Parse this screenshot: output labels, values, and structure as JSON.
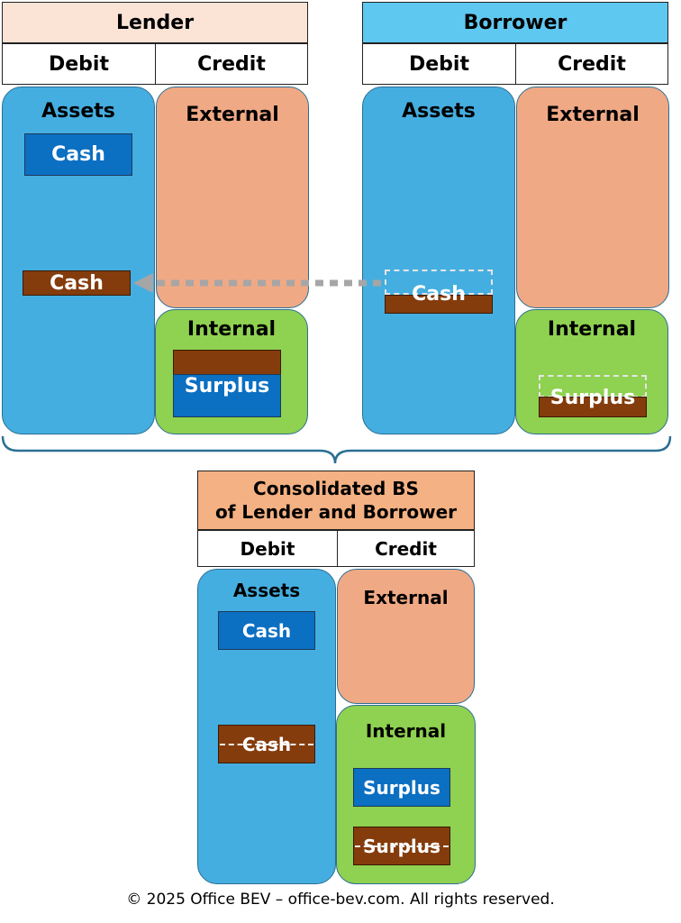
{
  "lender": {
    "title": "Lender",
    "title_bg": "#fbe3d6",
    "debit": "Debit",
    "credit": "Credit",
    "assets_title": "Assets",
    "external_title": "External",
    "internal_title": "Internal",
    "cash_blue": "Cash",
    "cash_brown": "Cash",
    "surplus": "Surplus"
  },
  "borrower": {
    "title": "Borrower",
    "title_bg": "#5fc8f0",
    "debit": "Debit",
    "credit": "Credit",
    "assets_title": "Assets",
    "external_title": "External",
    "internal_title": "Internal",
    "cash": "Cash",
    "surplus": "Surplus"
  },
  "consolidated": {
    "title_line1": "Consolidated BS",
    "title_line2": "of Lender and Borrower",
    "title_bg": "#f4b183",
    "debit": "Debit",
    "credit": "Credit",
    "assets_title": "Assets",
    "external_title": "External",
    "internal_title": "Internal",
    "cash_blue": "Cash",
    "cash_brown": "Cash",
    "surplus_blue": "Surplus",
    "surplus_brown": "Surplus"
  },
  "footer": "© 2025 Office BEV – office-bev.com. All rights reserved.",
  "colors": {
    "assets": "#45aee0",
    "external": "#f0a985",
    "internal": "#8fd150",
    "cash_blue": "#0b6fc2",
    "brown": "#843c0c",
    "arrow": "#a6a6a6"
  }
}
